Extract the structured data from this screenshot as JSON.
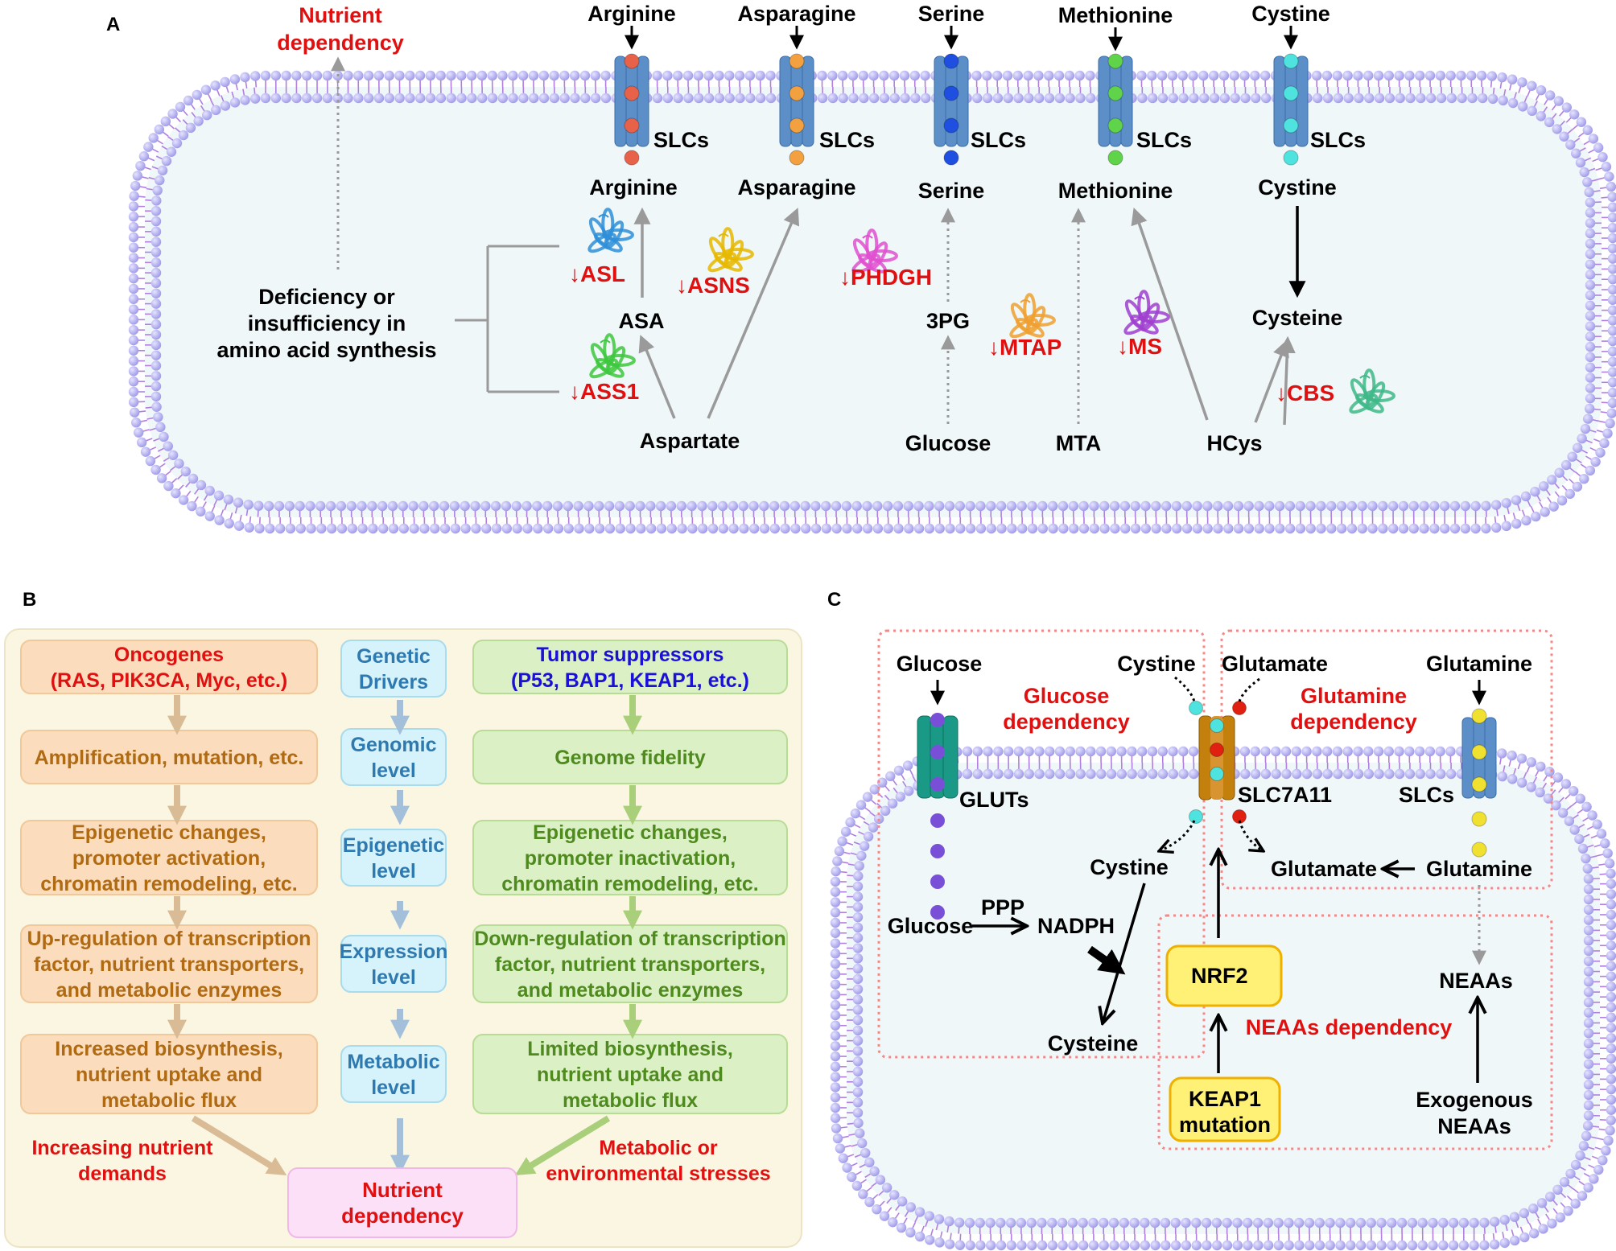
{
  "panels": {
    "a": {
      "letter": "A"
    },
    "b": {
      "letter": "B"
    },
    "c": {
      "letter": "C"
    }
  },
  "colors": {
    "membrane_head": "#a9a6ec",
    "membrane_tail": "#b27fe0",
    "cell_fill": "#eff7f9",
    "enzyme_red": "#e01010",
    "dependency_red": "#e01010",
    "arrow_gray": "#9a9a9a",
    "transporter_blue": "#5c8ec7",
    "glut_green": "#1a9a86",
    "slc7a11_orange": "#c4800c",
    "panel_b_bg": "#fbf6e2",
    "onco_box": "#fbdcbc",
    "onco_text": "#b06a12",
    "driver_box": "#d6f2fa",
    "driver_text": "#2e7ab0",
    "suppr_box": "#dcf0c6",
    "suppr_text": "#4f8a1e",
    "nutrient_box": "#fbe0f7",
    "nrf2_box": "#fff176",
    "dashed_box": "#f08a8a"
  },
  "panel_a": {
    "nutrient_dependency": [
      "Nutrient",
      "dependency"
    ],
    "deficiency": [
      "Deficiency or",
      "insufficiency in",
      "amino acid synthesis"
    ],
    "amino_acids": [
      {
        "outside": "Arginine",
        "inside": "Arginine",
        "slc": "SLCs",
        "ball": "#e8624a"
      },
      {
        "outside": "Asparagine",
        "inside": "Asparagine",
        "slc": "SLCs",
        "ball": "#f2a040"
      },
      {
        "outside": "Serine",
        "inside": "Serine",
        "slc": "SLCs",
        "ball": "#1f4fe0"
      },
      {
        "outside": "Methionine",
        "inside": "Methionine",
        "slc": "SLCs",
        "ball": "#5fd34a"
      },
      {
        "outside": "Cystine",
        "inside": "Cystine",
        "slc": "SLCs",
        "ball": "#4ee3de"
      }
    ],
    "metabolites": {
      "asa": "ASA",
      "aspartate": "Aspartate",
      "pg3": "3PG",
      "glucose": "Glucose",
      "mta": "MTA",
      "hcys": "HCys",
      "cysteine": "Cysteine"
    },
    "enzymes": {
      "asl": "↓ASL",
      "asns": "↓ASNS",
      "ass1": "↓ASS1",
      "phdgh": "↓PHDGH",
      "mtap": "↓MTAP",
      "ms": "↓MS",
      "cbs": "↓CBS"
    },
    "protein_icons": [
      {
        "name": "asl-protein-icon",
        "color": "#2f8fd8"
      },
      {
        "name": "asns-protein-icon",
        "color": "#e6b800"
      },
      {
        "name": "ass1-protein-icon",
        "color": "#3ec83e"
      },
      {
        "name": "phdgh-protein-icon",
        "color": "#e050d0"
      },
      {
        "name": "mtap-protein-icon",
        "color": "#f0a030"
      },
      {
        "name": "ms-protein-icon",
        "color": "#a040d0"
      },
      {
        "name": "cbs-protein-icon",
        "color": "#3fb888"
      }
    ]
  },
  "panel_b": {
    "oncogenes": [
      "Oncogenes",
      "(RAS, PIK3CA, Myc, etc.)"
    ],
    "tumor_suppressors": [
      "Tumor suppressors",
      "(P53, BAP1, KEAP1, etc.)"
    ],
    "genetic_drivers": [
      "Genetic",
      "Drivers"
    ],
    "onco_rows": [
      [
        "Amplification, mutation, etc."
      ],
      [
        "Epigenetic changes,",
        "promoter activation,",
        "chromatin remodeling, etc."
      ],
      [
        "Up-regulation of transcription",
        "factor, nutrient transporters,",
        "and metabolic enzymes"
      ],
      [
        "Increased biosynthesis,",
        "nutrient uptake and",
        "metabolic flux"
      ]
    ],
    "levels": [
      [
        "Genomic",
        "level"
      ],
      [
        "Epigenetic",
        "level"
      ],
      [
        "Expression",
        "level"
      ],
      [
        "Metabolic",
        "level"
      ]
    ],
    "suppr_rows": [
      [
        "Genome fidelity"
      ],
      [
        "Epigenetic changes,",
        "promoter inactivation,",
        "chromatin remodeling, etc."
      ],
      [
        "Down-regulation of transcription",
        "factor, nutrient transporters,",
        "and metabolic enzymes"
      ],
      [
        "Limited biosynthesis,",
        "nutrient uptake and",
        "metabolic flux"
      ]
    ],
    "increasing_demands": [
      "Increasing nutrient",
      "demands"
    ],
    "metabolic_stresses": [
      "Metabolic or",
      "environmental stresses"
    ],
    "nutrient_dependency": [
      "Nutrient",
      "dependency"
    ]
  },
  "panel_c": {
    "glucose_out": "Glucose",
    "cystine_out": "Cystine",
    "glutamate_out": "Glutamate",
    "glutamine_out": "Glutamine",
    "glucose_dependency": [
      "Glucose",
      "dependency"
    ],
    "glutamine_dependency": [
      "Glutamine",
      "dependency"
    ],
    "gluts": "GLUTs",
    "slc7a11": "SLC7A11",
    "slcs": "SLCs",
    "cystine_in": "Cystine",
    "glutamate_in": "Glutamate",
    "glutamine_in": "Glutamine",
    "glucose_in": "Glucose",
    "ppp": "PPP",
    "nadph": "NADPH",
    "cysteine": "Cysteine",
    "nrf2": "NRF2",
    "neaas_dependency": "NEAAs dependency",
    "keap1": [
      "KEAP1",
      "mutation"
    ],
    "neaas": "NEAAs",
    "exogenous": [
      "Exogenous",
      "NEAAs"
    ],
    "ball_glucose": "#7a4fd8",
    "ball_cystine": "#4ee3de",
    "ball_glutamate": "#e02010",
    "ball_glutamine": "#f0e030"
  }
}
